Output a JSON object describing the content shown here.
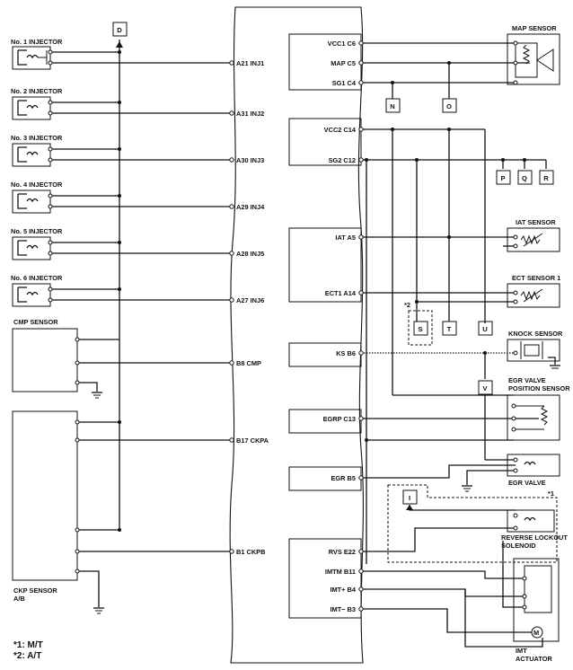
{
  "injectors": [
    {
      "name": "No. 1 INJECTOR",
      "pin": "A21 INJ1"
    },
    {
      "name": "No. 2 INJECTOR",
      "pin": "A31 INJ2"
    },
    {
      "name": "No. 3 INJECTOR",
      "pin": "A30 INJ3"
    },
    {
      "name": "No. 4 INJECTOR",
      "pin": "A29 INJ4"
    },
    {
      "name": "No. 5 INJECTOR",
      "pin": "A28 INJ5"
    },
    {
      "name": "No. 6 INJECTOR",
      "pin": "A27 INJ6"
    }
  ],
  "left_pins": {
    "cmp": "B8 CMP",
    "ckpa": "B17 CKPA",
    "ckpb": "B1 CKPB"
  },
  "right_pins": [
    "VCC1 C6",
    "MAP C5",
    "SG1 C4",
    "VCC2 C14",
    "SG2 C12",
    "IAT A5",
    "ECT1 A14",
    "KS B6",
    "EGRP C13",
    "EGR B5",
    "RVS E22",
    "IMTM B11",
    "IMT+ B4",
    "IMT− B3"
  ],
  "components": {
    "map_sensor": "MAP SENSOR",
    "iat_sensor": "IAT SENSOR",
    "ect_sensor": "ECT SENSOR 1",
    "knock_sensor": "KNOCK SENSOR",
    "egr_pos_1": "EGR VALVE",
    "egr_pos_2": "POSITION SENSOR",
    "egr_valve": "EGR VALVE",
    "rev_lock_1": "REVERSE LOCKOUT",
    "rev_lock_2": "SOLENOID",
    "imt_1": "IMT",
    "imt_2": "ACTUATOR",
    "cmp_sensor": "CMP SENSOR",
    "ckp_1": "CKP SENSOR",
    "ckp_2": "A/B"
  },
  "connectors": {
    "D": "D",
    "N": "N",
    "O": "O",
    "P": "P",
    "Q": "Q",
    "R": "R",
    "S": "S",
    "T": "T",
    "U": "U",
    "V": "V",
    "I": "I"
  },
  "footnote_marks": {
    "star1": "*1",
    "star2": "*2"
  },
  "notes": [
    "*1: M/T",
    "*2: A/T"
  ],
  "icons": {
    "coil": "coil-icon",
    "ground": "ground-icon",
    "resistor": "resistor-icon",
    "motor": "motor-icon"
  }
}
